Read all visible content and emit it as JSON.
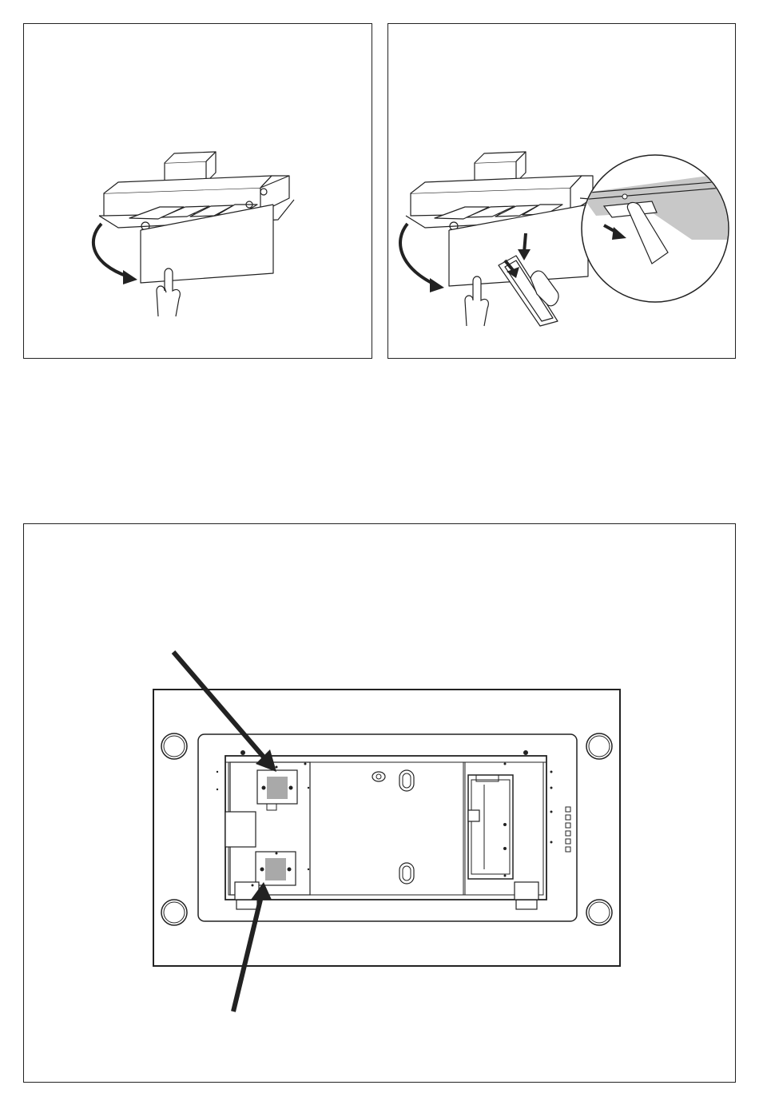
{
  "figures": [
    {
      "id": "step-1",
      "illustration": "open-front-panel"
    },
    {
      "id": "step-2",
      "illustration": "remove-grease-filter",
      "detail": "release-latch-magnifier"
    },
    {
      "id": "step-3",
      "illustration": "underside-view-filter-locations"
    }
  ],
  "icons": [
    "rotate-arrow-icon",
    "pointing-hand-icon",
    "push-down-arrow-icon",
    "pull-arrow-icon",
    "location-arrow-icon"
  ],
  "colors": {
    "line": "#222222",
    "highlight": "#a9a9a9",
    "magnifier_fill": "#c8c8c8"
  }
}
